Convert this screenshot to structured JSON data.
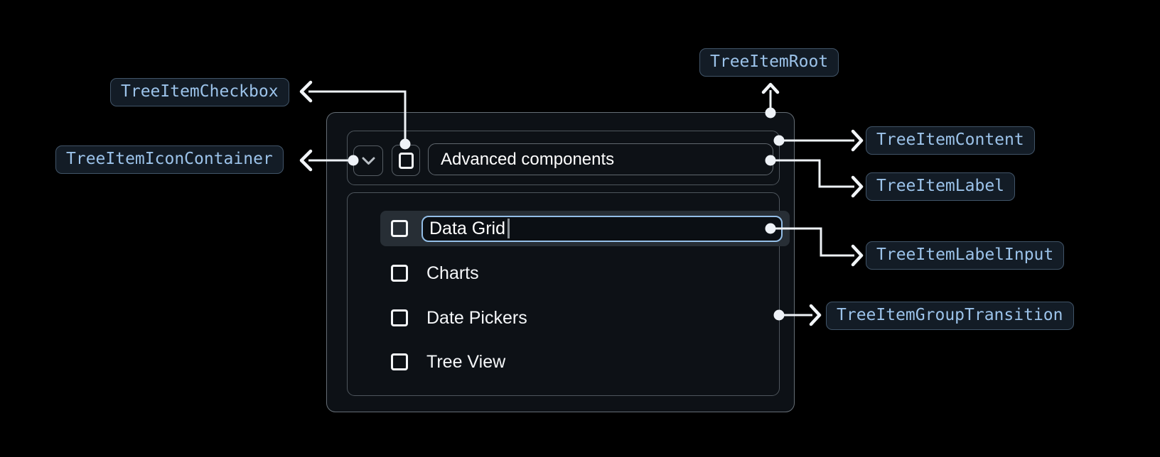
{
  "annotations": {
    "root": "TreeItemRoot",
    "content": "TreeItemContent",
    "label": "TreeItemLabel",
    "label_input": "TreeItemLabelInput",
    "group_transition": "TreeItemGroupTransition",
    "checkbox": "TreeItemCheckbox",
    "icon_container": "TreeItemIconContainer"
  },
  "tree_item": {
    "parent_label": "Advanced components",
    "editing_value": "Data Grid",
    "children": [
      "Charts",
      "Date Pickers",
      "Tree View"
    ]
  },
  "icons": {
    "expand_icon": "chevron-down-icon",
    "checkbox_icon": "checkbox-unchecked-icon"
  },
  "colors": {
    "page_bg": "#000000",
    "panel_bg": "#0d1116",
    "panel_border": "#666e76",
    "inner_border": "#4e565d",
    "badge_bg": "#131c26",
    "badge_border": "#415468",
    "badge_text": "#9cc3ea",
    "connector": "#eef2f6",
    "row_highlight": "#272e35",
    "input_border": "#93bee7",
    "input_bg": "#0b0f14",
    "text": "#ffffff"
  }
}
